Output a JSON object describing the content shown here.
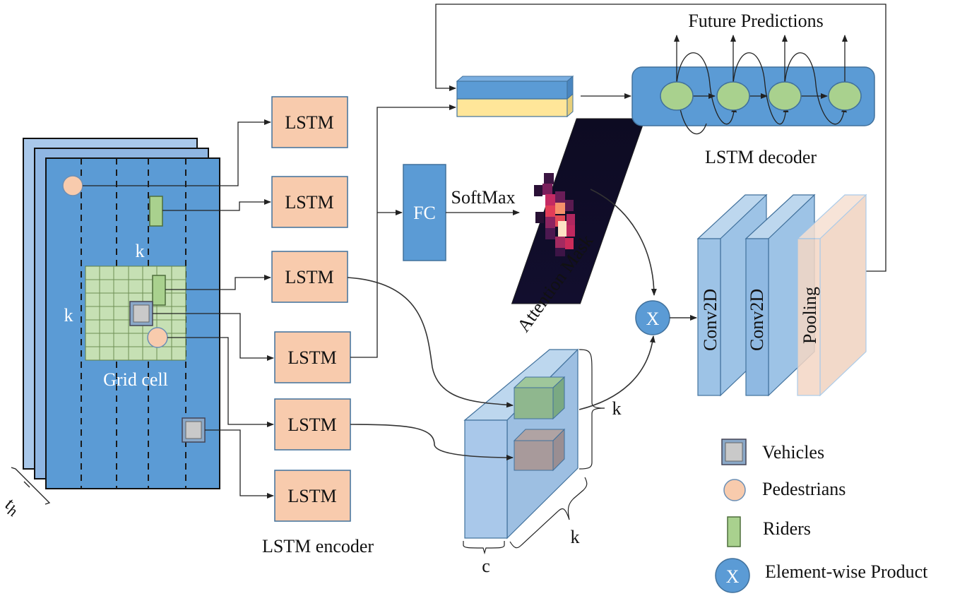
{
  "lstm_label": "LSTM",
  "labels": {
    "lstm_encoder": "LSTM encoder",
    "lstm_decoder": "LSTM decoder",
    "future_predictions": "Future Predictions",
    "fc": "FC",
    "softmax": "SoftMax",
    "attention_mask": "Attention Mask",
    "product_symbol": "X",
    "conv2d_1": "Conv2D",
    "conv2d_2": "Conv2D",
    "pooling": "Pooling",
    "grid_cell": "Grid cell",
    "k_top": "k",
    "k_left": "k",
    "k_cube_right": "k",
    "k_cube_bottom": "k",
    "c_cube": "c",
    "t_h": "t",
    "t_h_sub": "h"
  },
  "legend": {
    "vehicles": "Vehicles",
    "pedestrians": "Pedestrians",
    "riders": "Riders",
    "product": "Element-wise Product",
    "product_symbol": "X"
  },
  "colors": {
    "frame_back": "#a9c8ea",
    "frame_front": "#5b9bd5",
    "grid_cell": "#c6e0b4",
    "lstm": "#f8cbad",
    "pedestrian": "#f8cbad",
    "rider": "#a9d18e",
    "vehicle": "#c9c9c9",
    "fc": "#5b9bd5",
    "node": "#a9d18e",
    "tensor_top": "#5b9bd5",
    "tensor_bottom": "#ffe699",
    "pooling": "#f4d7c5"
  }
}
